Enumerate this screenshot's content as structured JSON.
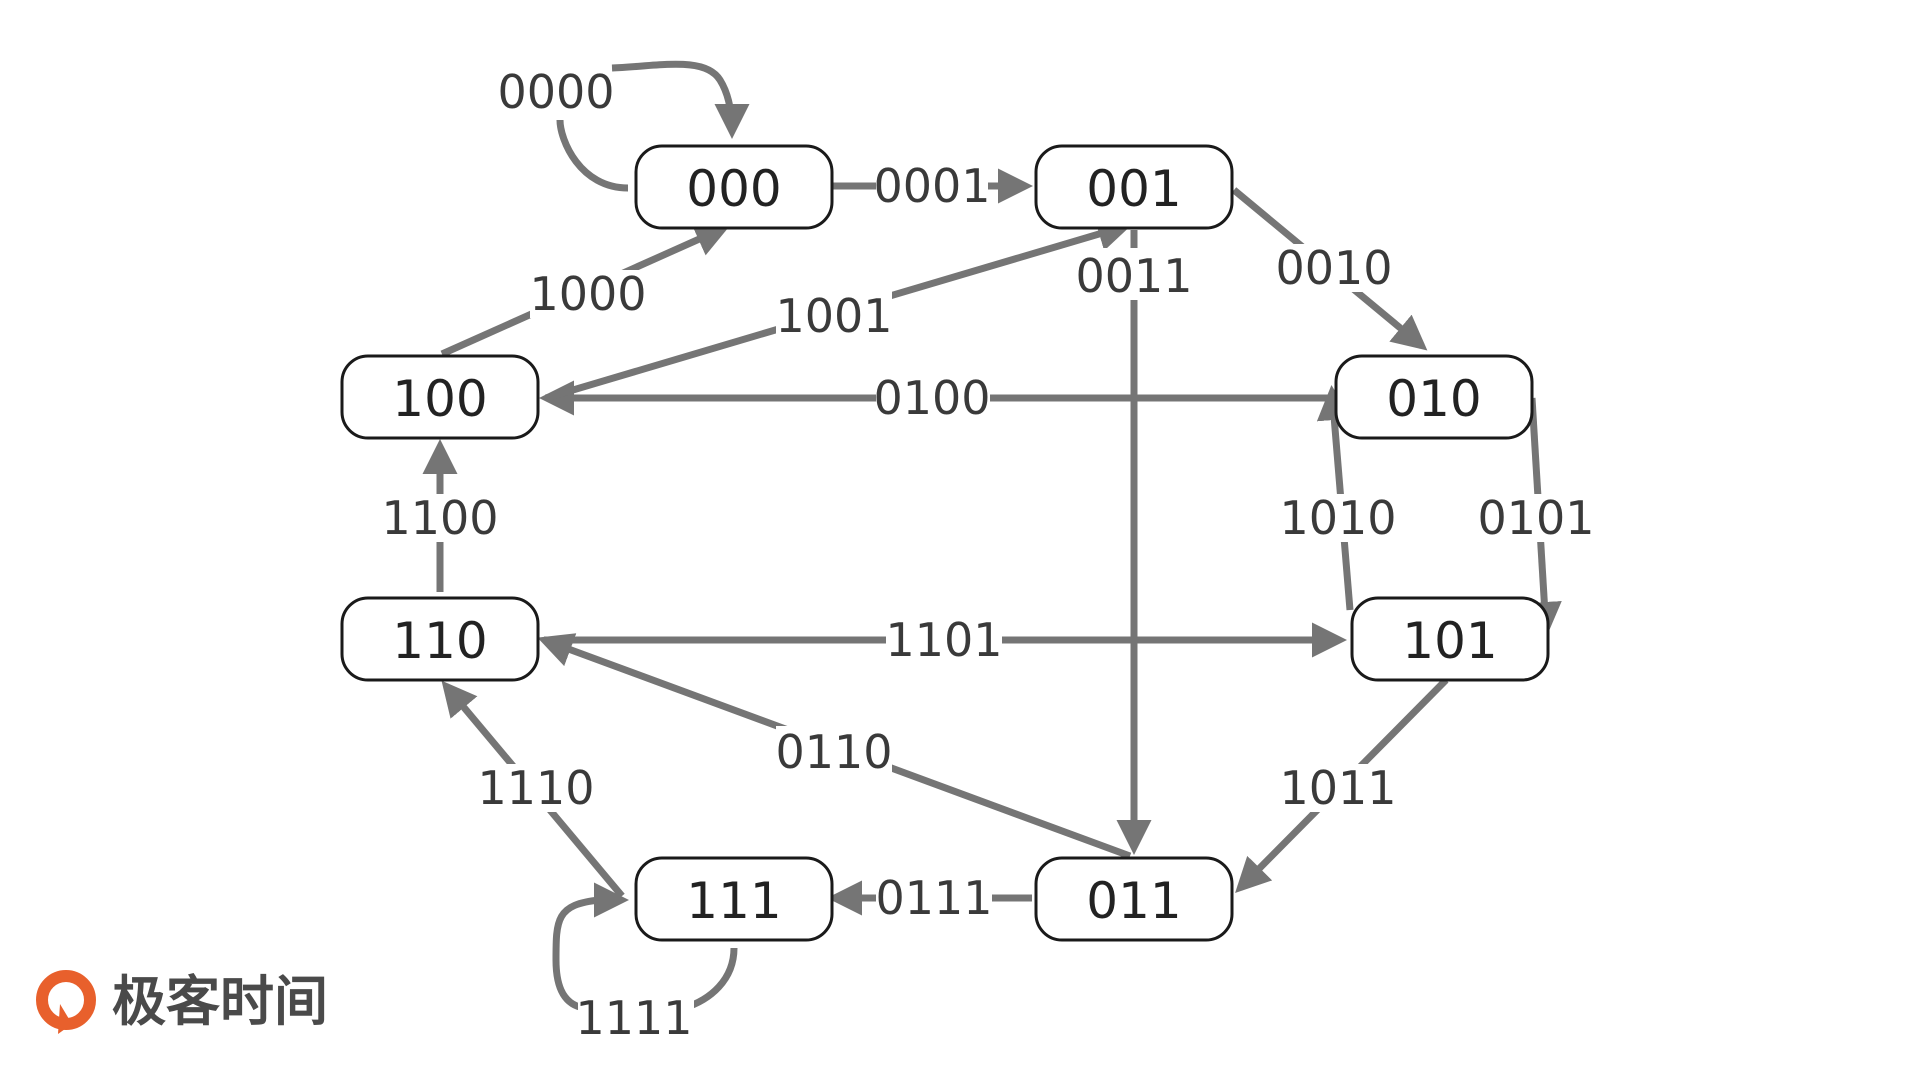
{
  "nodes": [
    "000",
    "001",
    "010",
    "011",
    "100",
    "101",
    "110",
    "111"
  ],
  "edges": [
    {
      "from": "000",
      "to": "000",
      "label": "0000"
    },
    {
      "from": "000",
      "to": "001",
      "label": "0001"
    },
    {
      "from": "001",
      "to": "010",
      "label": "0010"
    },
    {
      "from": "001",
      "to": "011",
      "label": "0011"
    },
    {
      "from": "010",
      "to": "100",
      "label": "0100"
    },
    {
      "from": "010",
      "to": "101",
      "label": "0101"
    },
    {
      "from": "011",
      "to": "110",
      "label": "0110"
    },
    {
      "from": "011",
      "to": "111",
      "label": "0111"
    },
    {
      "from": "100",
      "to": "000",
      "label": "1000"
    },
    {
      "from": "100",
      "to": "001",
      "label": "1001"
    },
    {
      "from": "101",
      "to": "010",
      "label": "1010"
    },
    {
      "from": "101",
      "to": "011",
      "label": "1011"
    },
    {
      "from": "110",
      "to": "100",
      "label": "1100"
    },
    {
      "from": "110",
      "to": "101",
      "label": "1101"
    },
    {
      "from": "111",
      "to": "110",
      "label": "1110"
    },
    {
      "from": "111",
      "to": "111",
      "label": "1111"
    }
  ],
  "logo": {
    "text": "极客时间",
    "accent_color": "#e8602c"
  },
  "colors": {
    "edge": "#757575",
    "node_border": "#1a1a1a"
  }
}
